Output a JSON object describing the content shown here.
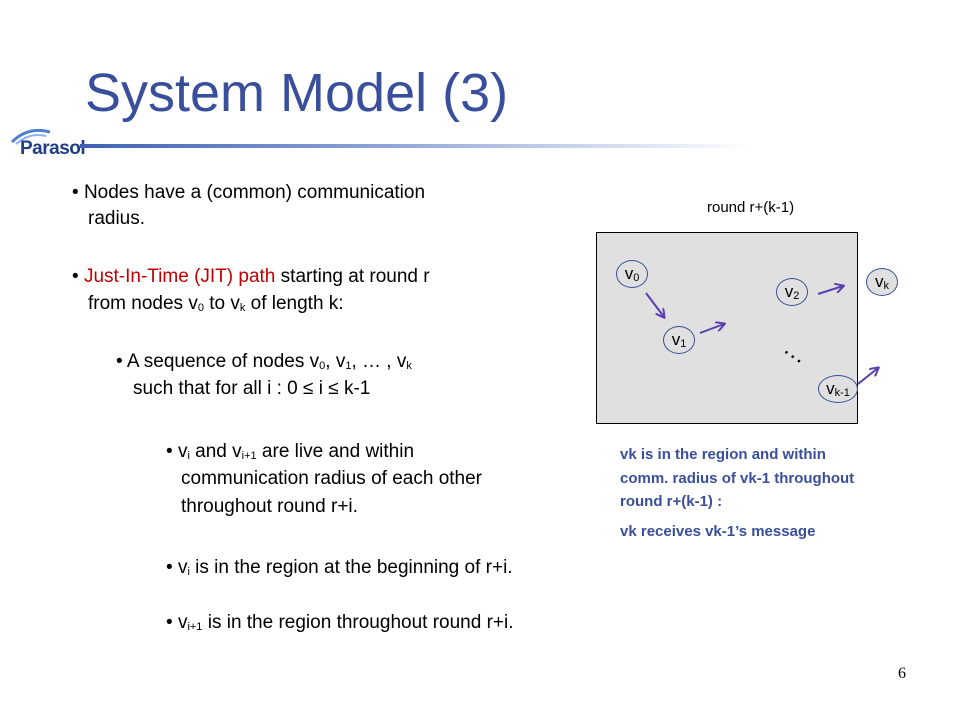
{
  "title": "System Model (3)",
  "logo_text": "Parasol",
  "bullets": {
    "b1_line1": "Nodes have a (common) communication",
    "b1_line2": "radius.",
    "b2_red": "Just-In-Time (JIT) path",
    "b2_rest": " starting at round r",
    "b2_line2_a": "from nodes v",
    "b2_line2_sub1": "0",
    "b2_line2_b": " to v",
    "b2_line2_sub2": "k",
    "b2_line2_c": " of length k:",
    "b3_line1_a": "A sequence of nodes v",
    "b3_sub0": "0",
    "b3_sep1": ", v",
    "b3_sub1": "1",
    "b3_sep2": ", … , v",
    "b3_subk": "k",
    "b3_line2": "such that for all i : 0 ≤ i ≤ k-1",
    "b4_a": "v",
    "b4_sub_i": "i",
    "b4_b": " and v",
    "b4_sub_i1": "i+1",
    "b4_c": " are live and within",
    "b4_line2": "communication radius of each other",
    "b4_line3": "throughout round r+i.",
    "b5_a": "v",
    "b5_sub": "i",
    "b5_b": " is in the region at the beginning of r+i.",
    "b6_a": "v",
    "b6_sub": "i+1",
    "b6_b": " is in the region throughout round r+i."
  },
  "diagram": {
    "round_label": "round r+(k-1)",
    "ellipsis": "…",
    "nodes": {
      "v0": {
        "base": "v",
        "sub": "0"
      },
      "v1": {
        "base": "v",
        "sub": "1"
      },
      "v2": {
        "base": "v",
        "sub": "2"
      },
      "vk": {
        "base": "v",
        "sub": "k"
      },
      "vk1": {
        "base": "v",
        "sub": "k-1"
      }
    },
    "note_line1": "vk is in the region and within",
    "note_line2": "comm. radius of vk-1 throughout",
    "note_line3": "round r+(k-1) :",
    "note_line4": "vk receives vk-1’s message"
  },
  "page_number": "6",
  "colors": {
    "title": "#3a4f9b",
    "accent_red": "#c00000",
    "arrow": "#5a3fb0",
    "region_fill": "#e0e0e0"
  }
}
